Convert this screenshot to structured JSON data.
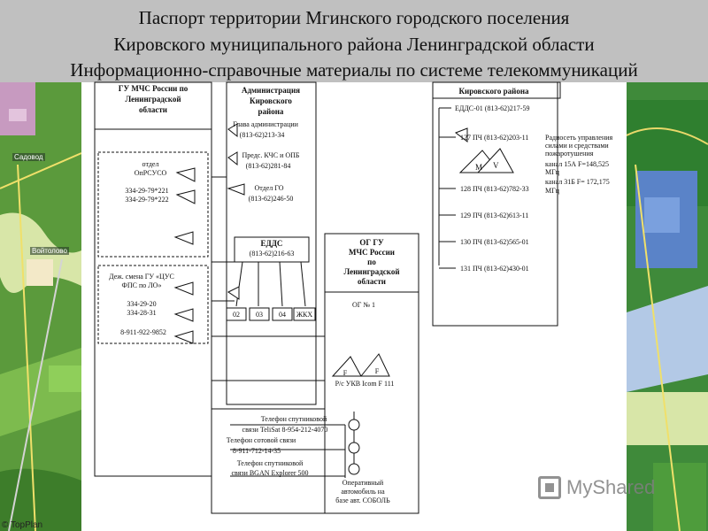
{
  "title": {
    "line1": "Паспорт территории Мгинского городского поселения",
    "line2": "Кировского муниципального района Ленинградской области",
    "line3": "Информационно-справочные материалы по системе телекоммуникаций"
  },
  "map_left": {
    "labels": [
      "Садовод",
      "Войтолово"
    ],
    "credit": "© TopPlan"
  },
  "watermark": {
    "text": "MyShared"
  },
  "diagram": {
    "mchs": {
      "title": [
        "ГУ МЧС России по",
        "Ленинградской",
        "области"
      ],
      "orsuso": [
        "отдел",
        "ОпРСУСО"
      ],
      "orsuso_phones": [
        "334-29-79*221",
        "334-29-79*222"
      ],
      "shift": [
        "Деж. смена ГУ «ЦУС",
        "ФПС по ЛО»"
      ],
      "shift_phones": [
        "334-29-20",
        "334-28-31"
      ],
      "shift_mobile": "8-911-922-9852"
    },
    "admin": {
      "title": [
        "Администрация",
        "Кировского",
        "района"
      ],
      "head": [
        "Глава администрации",
        "(813-62)213-34"
      ],
      "kchs": [
        "Предс. КЧС и ОПБ",
        "(813-62)281-84"
      ],
      "go": [
        "Отдел ГО",
        "(813-62)246-50"
      ],
      "edds": [
        "ЕДДС",
        "(813-62)216-63"
      ],
      "services": [
        "02",
        "03",
        "04",
        "ЖКХ"
      ]
    },
    "oggu": {
      "title": [
        "ОГ ГУ",
        "МЧС России",
        "по",
        "Ленинградской",
        "области"
      ],
      "og": "ОГ № 1",
      "ant1": "F",
      "ant2": "F",
      "radio": "Р/с УКВ Icom  F 111"
    },
    "kirov": {
      "title": "Кировского района",
      "edds": "ЕДДС-01 (813-62)217-59",
      "units": [
        "127 ПЧ  (813-62)203-11",
        "128 ПЧ  (813-62)782-33",
        "129 ПЧ  (813-62)613-11",
        "130 ПЧ  (813-62)565-01",
        "131 ПЧ  (813-62)430-01"
      ],
      "ant_m": "M",
      "ant_v": "V",
      "radio_net": [
        "Радиосеть управления",
        "силами и средствами",
        "пожаротушения",
        "канал 15А F=148,525",
        "МГц",
        "канал 31Б  F= 172,175",
        "МГц"
      ]
    },
    "comms": {
      "sat1": [
        "Телефон спутниковой",
        "связи  TeliSat 8-954-212-4070"
      ],
      "cell": [
        "Телефон сотовой связи",
        "8-911-712-14-35"
      ],
      "sat2": [
        "Телефон спутниковой",
        "связи BGAN Explorer 500"
      ],
      "vehicle": [
        "Оперативный",
        "автомобиль на",
        "базе авт. СОБОЛЬ"
      ]
    }
  }
}
